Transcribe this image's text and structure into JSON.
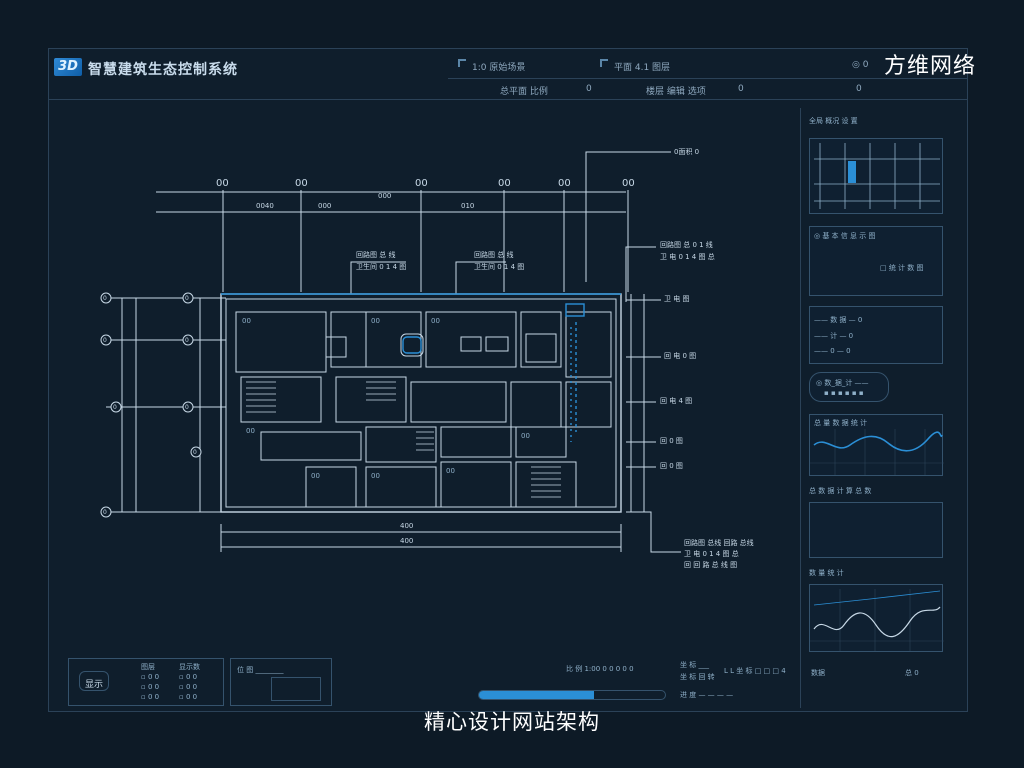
{
  "watermark": "方维网络",
  "caption": "精心设计网站架构",
  "header": {
    "logo_text": "3D",
    "title": "智慧建筑生态控制系统",
    "items": [
      {
        "label": "1:0 原始场景"
      },
      {
        "label": "平面 4.1 图层"
      },
      {
        "label": "◎ 0"
      }
    ],
    "sub_items": [
      {
        "label": "总平面 比例"
      },
      {
        "label": "0"
      },
      {
        "label": "楼层 编辑 选项"
      },
      {
        "label": "0"
      },
      {
        "label": "0"
      }
    ]
  },
  "plan": {
    "top_axis": [
      "00",
      "00",
      "00",
      "00",
      "00",
      "00"
    ],
    "dims_row": [
      "0040",
      "000",
      "000",
      "010"
    ],
    "left_axis_outer": [
      "0",
      "0",
      "0",
      "0"
    ],
    "left_axis_inner": [
      "0",
      "0",
      "0",
      "0"
    ],
    "bottom_dims": [
      "400",
      "400"
    ],
    "callouts": [
      {
        "line1": "0面积 0",
        "line2": ""
      },
      {
        "line1": "回路图 总 线",
        "line2": "卫生间 0 1 4 图"
      },
      {
        "line1": "回路图 总 线",
        "line2": "卫生间 0 1 4 图"
      },
      {
        "line1": "回路图 总 0 1 线",
        "line2": "卫 电 0 1 4 图 总"
      },
      {
        "line1": "卫 电 图",
        "line2": ""
      },
      {
        "line1": "回 电 0 图",
        "line2": ""
      },
      {
        "line1": "回 电 4 图",
        "line2": ""
      },
      {
        "line1": "回 0 图",
        "line2": ""
      },
      {
        "line1": "回 0 图",
        "line2": ""
      },
      {
        "line1": "回路图 总线 回路 总线",
        "line2": "卫 电 0 1 4 图 总",
        "line3": "回 回 路 总 线 图"
      }
    ],
    "room_labels": [
      "00",
      "00",
      "00",
      "00",
      "00",
      "00",
      "00",
      "00"
    ]
  },
  "right_panel": {
    "section1_title": "全局 概况 设 置",
    "gauge_title": "◎ 基 本 信 息 示 图",
    "gauge_sub": "□ 统 计 数 图",
    "list_rows": [
      "—— 数 据 — 0",
      "—— 计 — 0",
      "—— 0 — 0"
    ],
    "pill_label": "◎ 数_据_计 ——",
    "pill_marks": "▪ ▪ ▪ ▪ ▪ ▪",
    "chart1_label": "总 量 数 据 统 计",
    "stats_label": "总 数 据 计 算 总 数",
    "chart2_title": "数 量 统 计",
    "footer_left": "数据",
    "footer_right": "总 0"
  },
  "bottom": {
    "btn_label": "显示",
    "table_headers": [
      "图层",
      "显示数"
    ],
    "table_rows": [
      [
        "▫ 0 0",
        "▫ 0 0"
      ],
      [
        "▫ 0 0",
        "▫ 0 0"
      ],
      [
        "▫ 0 0",
        "▫ 0 0"
      ]
    ],
    "mid_title": "位 图 ________",
    "scale_label": "比 例 1:00 0 0 0 0 0",
    "coord_label": "坐 标 ___",
    "coord_label2": "坐 标 回 转",
    "status_right": "L L 坐 标 □ □ □ 4",
    "progress_label": "进 度 — — — —",
    "progress": 0.62
  },
  "colors": {
    "bg": "#0d1a26",
    "panel": "#0f1e2c",
    "line": "#c7d8e6",
    "accent": "#2b8fd6",
    "grid": "#2b4258"
  }
}
